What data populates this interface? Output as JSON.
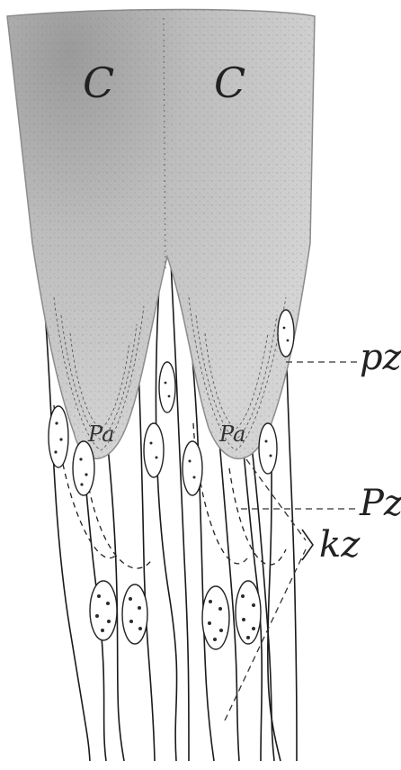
{
  "labels": {
    "cone_left": "C",
    "cone_right": "C",
    "tip_left": "Pa",
    "tip_right": "Pa",
    "pz_upper": "pz",
    "pz_lower": "Pz",
    "kz": "kz"
  },
  "colors": {
    "cone_fill": "#bdbdbd",
    "cone_edge": "#8c8c8c",
    "line": "#1a1a1a",
    "cell": "#2a2a2a"
  }
}
